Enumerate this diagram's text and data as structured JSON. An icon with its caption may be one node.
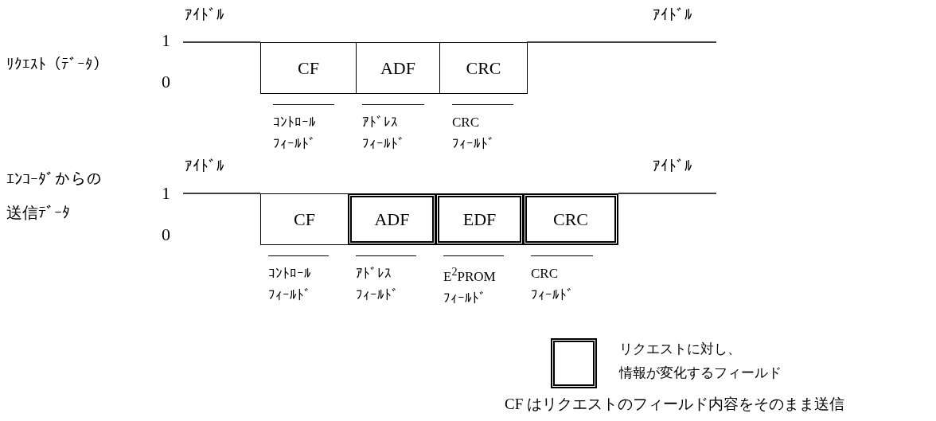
{
  "diagram": {
    "nodes": [
      {
        "text": [
          "CF"
        ]
      },
      {
        "text": [
          "ADF"
        ]
      },
      {
        "text": [
          "CRC"
        ]
      },
      {
        "text": [
          "CF"
        ]
      },
      {
        "text": [
          "ADF"
        ]
      },
      {
        "text": [
          "EDF"
        ]
      },
      {
        "text": [
          "CRC"
        ]
      }
    ],
    "edges": [],
    "labels": [
      "ｱｲﾄﾞﾙ",
      "ｱｲﾄﾞﾙ",
      "1",
      "ﾘｸｴｽﾄ（ﾃﾞｰﾀ）",
      "0",
      "ｺﾝﾄﾛｰﾙﾌｨｰﾙﾄﾞ",
      "ｱﾄﾞﾚｽﾌｨｰﾙﾄﾞ",
      "CRC ﾌｨｰﾙﾄﾞ",
      "ｴﾝｺｰﾀﾞからの送信ﾃﾞｰﾀ",
      "ｱｲﾄﾞﾙ",
      "ｱｲﾄﾞﾙ",
      "1",
      "0",
      "ｺﾝﾄﾛｰﾙﾌｨｰﾙﾄﾞ",
      "ｱﾄﾞﾚｽﾌｨｰﾙﾄﾞ",
      "E$^{2}$PROM ﾌｨｰﾙﾄﾞ",
      "CRC ﾌｨｰﾙﾄﾞ",
      "CF はリクエストのフィールド内容をそのまま送信"
    ],
    "legend": [
      {
        "text": "リクエストに対し、情報が変化するフィールド"
      }
    ]
  }
}
